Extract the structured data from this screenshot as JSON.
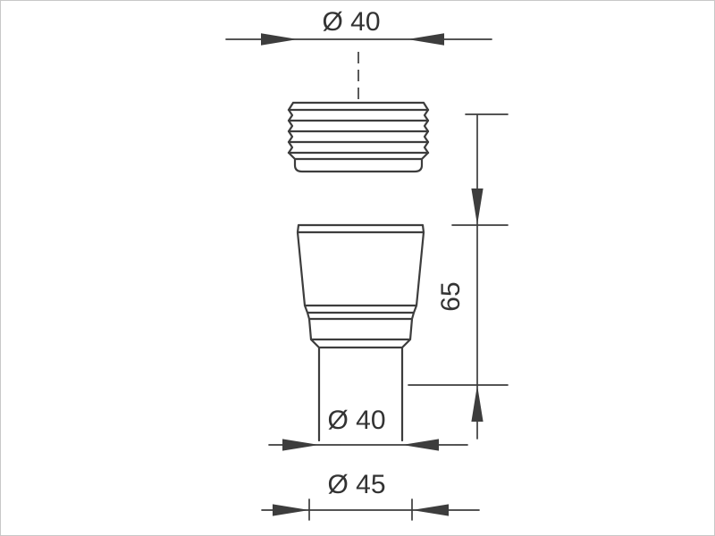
{
  "labels": {
    "top_diameter": "Ø 40",
    "height": "65",
    "inner_diameter": "Ø 40",
    "outer_diameter": "Ø 45"
  },
  "colors": {
    "line": "#3d3d3d",
    "text": "#333333",
    "background": "#ffffff",
    "frame": "#c8c8c8"
  }
}
